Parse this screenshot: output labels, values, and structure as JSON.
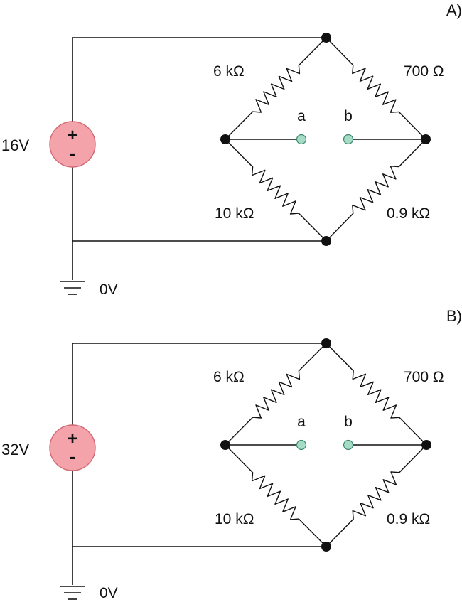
{
  "colors": {
    "source_fill": "#f4a3ab",
    "source_stroke": "#d06a74",
    "terminal_fill": "#a6dcc6",
    "terminal_stroke": "#3f8a6c",
    "node_fill": "#111111"
  },
  "circuits": [
    {
      "part_label": "A)",
      "source_voltage": "16V",
      "source_plus": "+",
      "source_minus": "-",
      "ground_label": "0V",
      "r_top_left": "6 kΩ",
      "r_top_right": "700 Ω",
      "r_bottom_left": "10 kΩ",
      "r_bottom_right": "0.9 kΩ",
      "terminal_a": "a",
      "terminal_b": "b"
    },
    {
      "part_label": "B)",
      "source_voltage": "32V",
      "source_plus": "+",
      "source_minus": "-",
      "ground_label": "0V",
      "r_top_left": "6 kΩ",
      "r_top_right": "700 Ω",
      "r_bottom_left": "10 kΩ",
      "r_bottom_right": "0.9 kΩ",
      "terminal_a": "a",
      "terminal_b": "b"
    }
  ]
}
